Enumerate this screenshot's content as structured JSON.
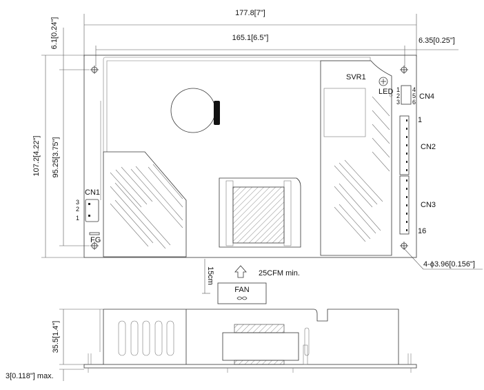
{
  "dimensions": {
    "overall_width": "177.8[7\"]",
    "hole_spacing_width": "165.1[6.5\"]",
    "hole_offset_right": "6.35[0.25\"]",
    "hole_offset_top": "6.1[0.24\"]",
    "overall_height": "107.2[4.22\"]",
    "hole_spacing_height": "95.25[3.75\"]",
    "mounting_holes": "4-ϕ3.96[0.156\"]",
    "side_height": "35.5[1.4\"]",
    "pin_protrusion": "3[0.118\"] max."
  },
  "labels": {
    "svr1": "SVR1",
    "led": "LED",
    "cn4": "CN4",
    "cn4_pins_left": [
      "1",
      "2",
      "3"
    ],
    "cn4_pins_right": [
      "4",
      "5",
      "6"
    ],
    "cn2": "CN2",
    "cn2_pin": "1",
    "cn3": "CN3",
    "cn3_pin": "16",
    "cn1": "CN1",
    "cn1_pins": [
      "3",
      "2",
      "1"
    ],
    "fg": "FG"
  },
  "airflow": {
    "distance": "15cm",
    "flow": "25CFM min.",
    "fan_label": "FAN"
  }
}
